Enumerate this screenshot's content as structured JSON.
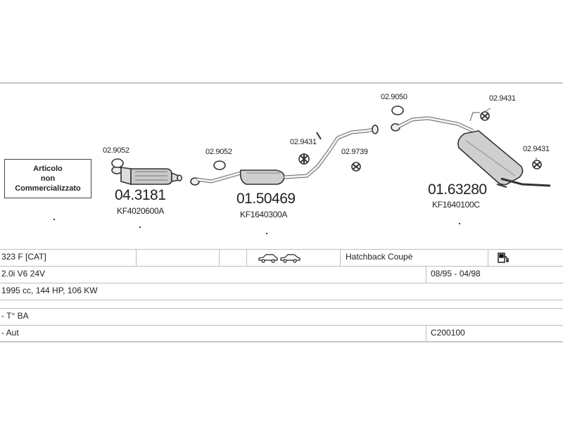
{
  "notice": {
    "line1": "Articolo",
    "line2": "non",
    "line3": "Commercializzato"
  },
  "parts": {
    "front_pipe": {
      "number": "04.3181",
      "ref": "KF4020600A",
      "gasket": "02.9052"
    },
    "middle_silencer": {
      "number": "01.50469",
      "ref": "KF1640300A",
      "gasket": "02.9052",
      "hanger1": "02.9431",
      "hanger2": "02.9739"
    },
    "rear_silencer": {
      "number": "01.63280",
      "ref": "KF1640100C",
      "gasket": "02.9050",
      "hanger1": "02.9431",
      "hanger2": "02.9431"
    }
  },
  "vehicle": {
    "model": "323 F  [CAT]",
    "body": "Hatchback Coupè",
    "engine": "2.0i  V6 24V",
    "years": "08/95 - 04/98",
    "specs": "1995 cc, 144 HP, 106 KW",
    "note1": "- T° BA",
    "note2": "- Aut",
    "code": "C200100"
  },
  "icons": [
    "car-icon",
    "car-icon",
    "fuel-pump-icon"
  ]
}
